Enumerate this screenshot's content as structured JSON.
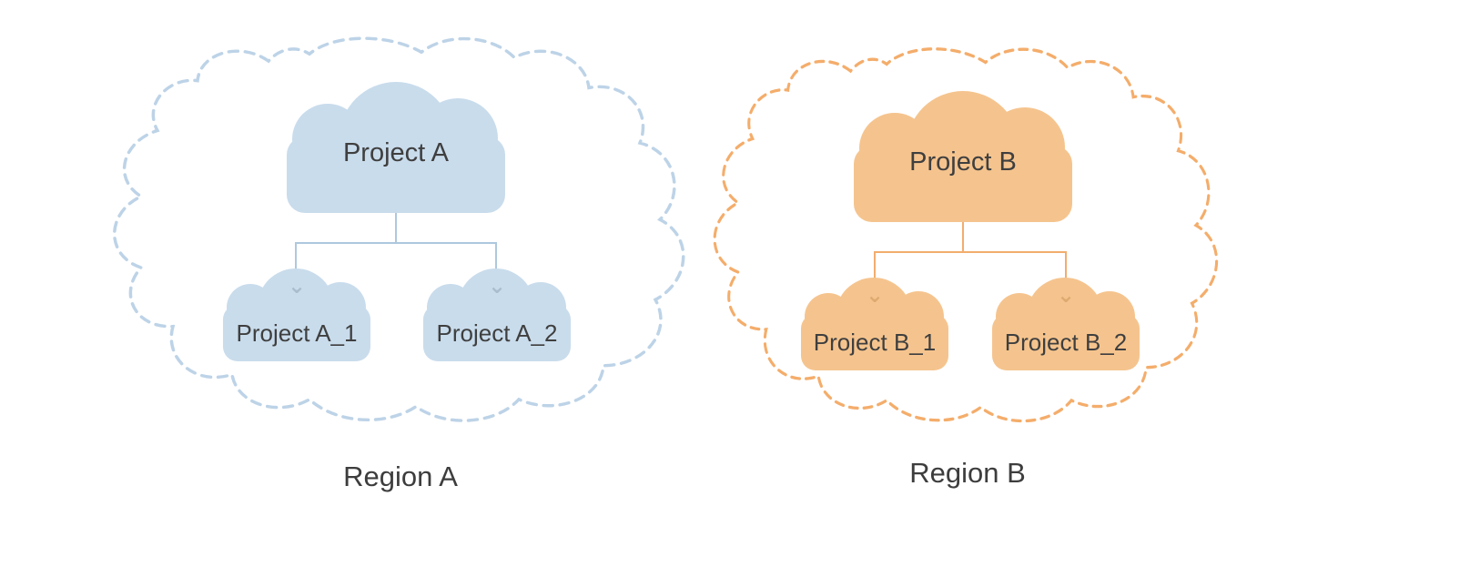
{
  "diagram": {
    "type": "region-project-hierarchy",
    "regions": [
      {
        "label": "Region A",
        "boundary_color": "#bdd3e7",
        "cloud_fill": "#c9dcec",
        "connector_color": "#aec8de",
        "parent_project": "Project A",
        "sub_projects": [
          "Project A_1",
          "Project A_2"
        ]
      },
      {
        "label": "Region B",
        "boundary_color": "#f4ad6b",
        "cloud_fill": "#f5c48e",
        "connector_color": "#f2ad6e",
        "parent_project": "Project B",
        "sub_projects": [
          "Project B_1",
          "Project B_2"
        ]
      }
    ],
    "text_color": "#3f3f3f"
  }
}
